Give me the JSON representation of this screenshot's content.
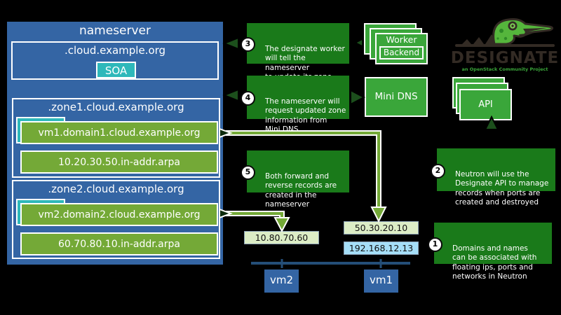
{
  "nameserver": {
    "title": "nameserver",
    "cloud_domain": {
      "label": ".cloud.example.org",
      "record": "SOA"
    },
    "zones": [
      {
        "label": ".zone1.cloud.example.org",
        "forward_record": "vm1.domain1.cloud.example.org",
        "reverse_record": "10.20.30.50.in-addr.arpa"
      },
      {
        "label": ".zone2.cloud.example.org",
        "forward_record": "vm2.domain2.cloud.example.org",
        "reverse_record": "60.70.80.10.in-addr.arpa"
      }
    ]
  },
  "annotations": [
    {
      "number": "1",
      "text": "Domains and names\ncan be associated with\nfloating ips, ports and\nnetworks in Neutron"
    },
    {
      "number": "2",
      "text": "Neutron will use the\nDesignate API to manage\nrecords when ports are\ncreated and destroyed"
    },
    {
      "number": "3",
      "text": "The designate worker\nwill tell the nameserver\nto update its zone\ninformation"
    },
    {
      "number": "4",
      "text": "The nameserver will\nrequest updated zone\ninformation from\nMini DNS"
    },
    {
      "number": "5",
      "text": "Both forward and\nreverse records are\ncreated in the\nnameserver"
    }
  ],
  "components": {
    "worker": {
      "label": "Worker",
      "sublabel": "Backend"
    },
    "mini_dns": {
      "label": "Mini DNS"
    },
    "api": {
      "label": "API"
    }
  },
  "logo": {
    "name": "DESIGNATE",
    "tagline": "an OpenStack Community Project"
  },
  "ips": {
    "vm2_floating": "10.80.70.60",
    "vm1_floating": "50.30.20.10",
    "vm1_fixed": "192.168.12.13"
  },
  "vms": [
    {
      "label": "vm2"
    },
    {
      "label": "vm1"
    }
  ],
  "colors": {
    "nameserver_blue": "#3465a4",
    "record_green": "#74a937",
    "teal": "#2eb8ba",
    "note_green": "#1a7a1a",
    "component_green": "#3aa63a",
    "chip_green": "#dcedc6",
    "chip_blue": "#a5def7",
    "bus_blue": "#244e78"
  }
}
